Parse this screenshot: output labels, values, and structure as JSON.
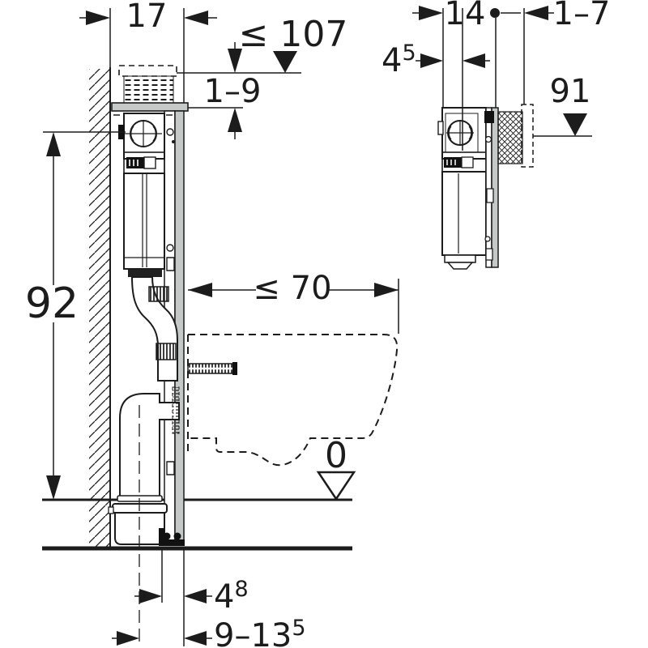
{
  "diagram_title": "wall-hung-wc-concealed-cistern-installation-dimensions",
  "colors": {
    "line": "#1c1c1c",
    "gray_fill": "#c7c9c9",
    "dark_fill": "#111111",
    "background": "#ffffff"
  },
  "side_view": {
    "frame_width": "17",
    "max_top_height": "≤ 107",
    "top_adjust_range": "1–9",
    "actuator_plate_height": "92",
    "max_bowl_depth": "≤ 70",
    "floor_level": "0",
    "drain_offset": {
      "base": "4",
      "sup": "8"
    },
    "drain_depth_range": {
      "base": "9–13",
      "sup": "5"
    }
  },
  "detail_view": {
    "center_offset": "14",
    "finished_wall_range": "1–7",
    "plate_offset": {
      "base": "4",
      "sup": "5"
    },
    "rod_level_height": "91"
  }
}
